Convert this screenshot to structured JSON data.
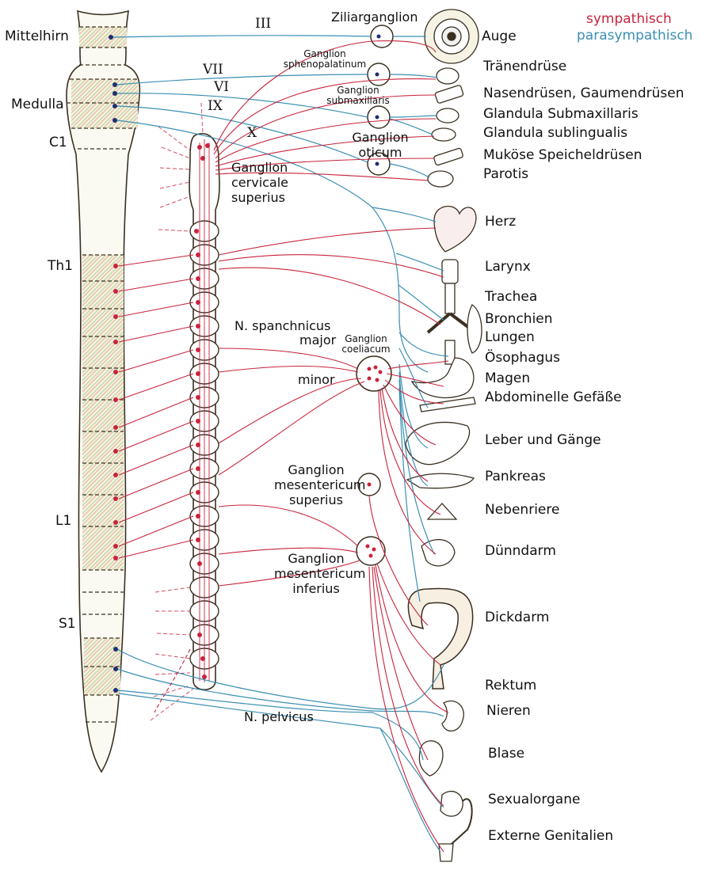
{
  "legend": {
    "sympathetic": "sympathisch",
    "parasympathetic": "parasympathisch"
  },
  "colors": {
    "sympathetic": "#c8243c",
    "parasympathetic": "#3b8fb3",
    "outline": "#3a3020",
    "hatch": "#7fb24a"
  },
  "spinal_levels": {
    "mittelhirn": "Mittelhirn",
    "medulla": "Medulla",
    "c1": "C1",
    "th1": "Th1",
    "l1": "L1",
    "s1": "S1"
  },
  "cranial_nerves": {
    "iii": "III",
    "vii": "VII",
    "vi": "VI",
    "ix": "IX",
    "x": "X"
  },
  "ganglia": {
    "ziliar": "Ziliarganglion",
    "spheno_1": "Ganglion",
    "spheno_2": "sphenopalatinum",
    "submax_1": "Ganglion",
    "submax_2": "submaxillaris",
    "oticum_1": "Ganglion",
    "oticum_2": "oticum",
    "cervicale_1": "Ganglion",
    "cervicale_2": "cervicale",
    "cervicale_3": "superius",
    "spanchnicus": "N. spanchnicus",
    "major": "major",
    "minor": "minor",
    "coeliacum_1": "Ganglion",
    "coeliacum_2": "coeliacum",
    "mes_sup_1": "Ganglion",
    "mes_sup_2": "mesentericum",
    "mes_sup_3": "superius",
    "mes_inf_1": "Ganglion",
    "mes_inf_2": "mesentericum",
    "mes_inf_3": "inferius",
    "pelvicus": "N. pelvicus"
  },
  "organs": {
    "auge": "Auge",
    "traenen": "Tränendrüse",
    "nasen": "Nasendrüsen, Gaumendrüsen",
    "submax": "Glandula Submaxillaris",
    "subling": "Glandula sublingualis",
    "mukoese": "Muköse Speicheldrüsen",
    "parotis": "Parotis",
    "herz": "Herz",
    "larynx": "Larynx",
    "trachea": "Trachea",
    "bronchien": "Bronchien",
    "lungen": "Lungen",
    "oesophagus": "Ösophagus",
    "magen": "Magen",
    "abdominelle": "Abdominelle Gefäße",
    "leber": "Leber und Gänge",
    "pankreas": "Pankreas",
    "nebenniere": "Nebenriere",
    "duenndarm": "Dünndarm",
    "dickdarm": "Dickdarm",
    "rektum": "Rektum",
    "nieren": "Nieren",
    "blase": "Blase",
    "sexual": "Sexualorgane",
    "extern": "Externe Genitalien"
  }
}
